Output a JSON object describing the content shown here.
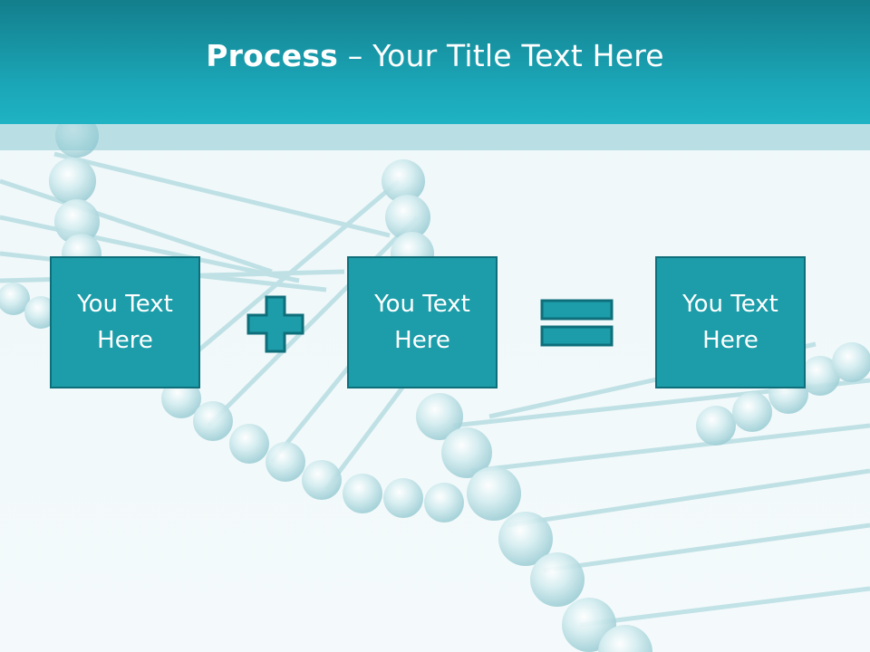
{
  "slide": {
    "title_bold": "Process",
    "title_rest": " – Your Title Text Here"
  },
  "boxes": [
    {
      "text": "You Text Here"
    },
    {
      "text": "You Text Here"
    },
    {
      "text": "You Text Here"
    }
  ],
  "operators": {
    "plus": "plus-icon",
    "equals": "equals-icon"
  },
  "colors": {
    "header": "#1ba7b8",
    "box_fill": "#1c9da9",
    "box_border": "#0e6f7b"
  },
  "background": "dna-helix"
}
